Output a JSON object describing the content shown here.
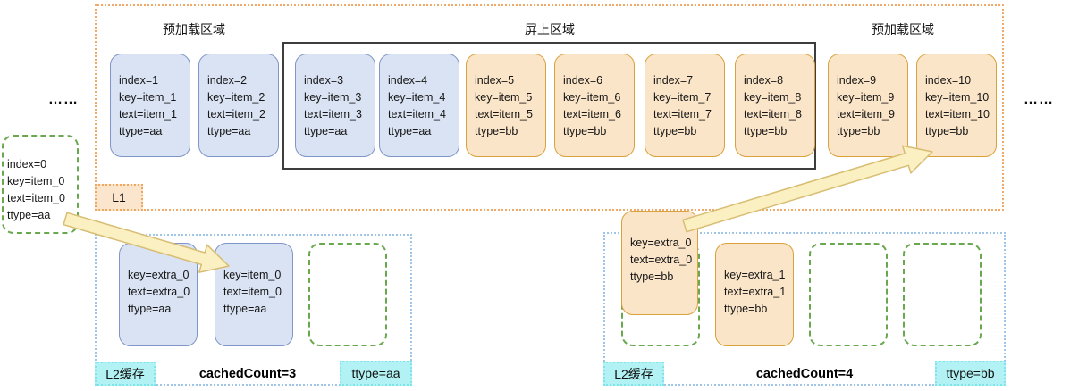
{
  "diagram": {
    "labels": {
      "preload_left": "预加载区域",
      "onscreen": "屏上区域",
      "preload_right": "预加载区域",
      "l1_badge": "L1",
      "ellipsis_left": "……",
      "ellipsis_right": "……"
    },
    "l1_cards": [
      {
        "style": "blue",
        "lines": [
          "index=1",
          "key=item_1",
          "text=item_1",
          "ttype=aa"
        ]
      },
      {
        "style": "blue",
        "lines": [
          "index=2",
          "key=item_2",
          "text=item_2",
          "ttype=aa"
        ]
      },
      {
        "style": "blue",
        "lines": [
          "index=3",
          "key=item_3",
          "text=item_3",
          "ttype=aa"
        ]
      },
      {
        "style": "blue",
        "lines": [
          "index=4",
          "key=item_4",
          "text=item_4",
          "ttype=aa"
        ]
      },
      {
        "style": "orange",
        "lines": [
          "index=5",
          "key=item_5",
          "text=item_5",
          "ttype=bb"
        ]
      },
      {
        "style": "orange",
        "lines": [
          "index=6",
          "key=item_6",
          "text=item_6",
          "ttype=bb"
        ]
      },
      {
        "style": "orange",
        "lines": [
          "index=7",
          "key=item_7",
          "text=item_7",
          "ttype=bb"
        ]
      },
      {
        "style": "orange",
        "lines": [
          "index=8",
          "key=item_8",
          "text=item_8",
          "ttype=bb"
        ]
      },
      {
        "style": "orange",
        "lines": [
          "index=9",
          "key=item_9",
          "text=item_9",
          "ttype=bb"
        ]
      },
      {
        "style": "orange",
        "lines": [
          "index=10",
          "key=item_10",
          "text=item_10",
          "ttype=bb"
        ]
      }
    ],
    "offscreen_card": {
      "style": "dashed tight",
      "lines": [
        "index=0",
        "key=item_0",
        "text=item_0",
        "ttype=aa"
      ]
    },
    "l2_left": {
      "badge": "L2缓存",
      "cached_count": "cachedCount=3",
      "ttype_badge": "ttype=aa",
      "slots": [
        {
          "style": "blue",
          "lines": [
            "key=extra_0",
            "text=extra_0",
            "ttype=aa"
          ]
        },
        {
          "style": "blue",
          "lines": [
            "key=item_0",
            "text=item_0",
            "ttype=aa"
          ]
        },
        {
          "style": "dashed",
          "lines": []
        }
      ]
    },
    "l2_right": {
      "badge": "L2缓存",
      "cached_count": "cachedCount=4",
      "ttype_badge": "ttype=bb",
      "slots": [
        {
          "style": "dashed",
          "lines": []
        },
        {
          "style": "orange",
          "lines": [
            "key=extra_1",
            "text=extra_1",
            "ttype=bb"
          ]
        },
        {
          "style": "dashed",
          "lines": []
        },
        {
          "style": "dashed",
          "lines": []
        }
      ],
      "overlay_card": {
        "style": "orange",
        "lines": [
          "key=extra_0",
          "text=extra_0",
          "ttype=bb"
        ]
      }
    },
    "colors": {
      "blue_card_bg": "#dae3f3",
      "blue_card_border": "#8096c8",
      "orange_card_bg": "#fbe5c8",
      "orange_card_border": "#d9a23c",
      "l1_region_border": "#f2a968",
      "l1_badge_bg": "#fce5cd",
      "l2_region_border": "#9fc5e8",
      "cyan_badge_bg": "#b2f2f4",
      "cyan_badge_border": "#7fe3ec",
      "empty_slot_border": "#6aa84f",
      "onscreen_box_border": "#3d3d3d",
      "arrow_fill": "#faf0c2",
      "arrow_stroke": "#d8bd72"
    }
  }
}
